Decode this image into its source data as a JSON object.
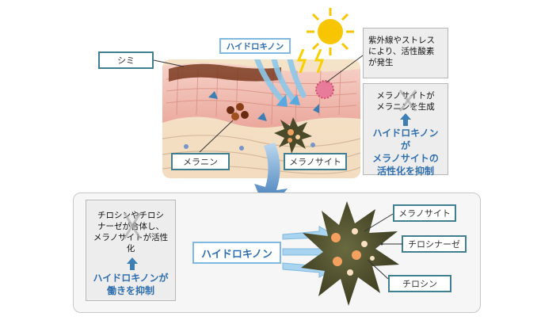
{
  "top": {
    "hq_tag": "ハイドロキノン",
    "label_shimi": "シミ",
    "label_melanin": "メラニン",
    "label_melanocyte": "メラノサイト",
    "uv_note": [
      "紫外線やストレス",
      "により、活性酸素",
      "が発生"
    ],
    "inhibit_note": {
      "lines": [
        "メラノサイトが",
        "メラニンを生成"
      ],
      "result": [
        "ハイドロキノンが",
        "メラノサイトの",
        "活性化を抑制"
      ]
    }
  },
  "bottom": {
    "hq_tag": "ハイドロキノン",
    "label_melanocyte": "メラノサイト",
    "label_tyrosinase": "チロシナーゼ",
    "label_tyrosine": "チロシン",
    "note": {
      "lines": [
        "チロシンやチロシ",
        "ナーゼが合体し、",
        "メラノサイトが活性化"
      ],
      "result": [
        "ハイドロキノンが",
        "働きを抑制"
      ]
    }
  },
  "colors": {
    "box_border": "#3f7f8f",
    "accent_blue": "#2f6fb0",
    "arrow_blue": "#3c7fb5",
    "skin_pink": "#f0b8b0",
    "sun_yellow": "#f7c600"
  }
}
